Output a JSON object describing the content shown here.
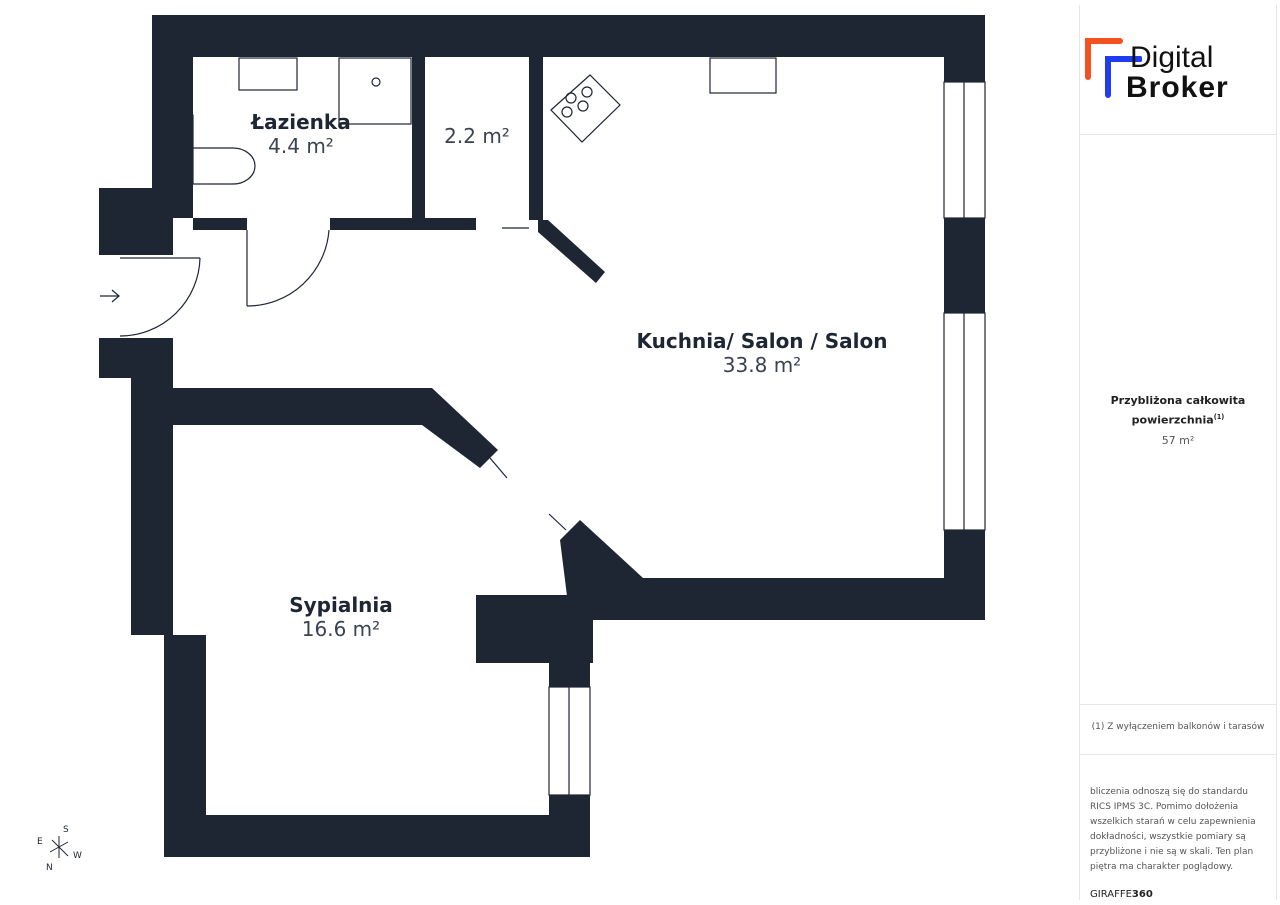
{
  "rooms": [
    {
      "name": "Łazienka",
      "area": "4.4 m²"
    },
    {
      "name": "",
      "area": "2.2 m²"
    },
    {
      "name": "Kuchnia/ Salon / Salon",
      "area": "33.8 m²"
    },
    {
      "name": "Sypialnia",
      "area": "16.6 m²"
    }
  ],
  "compass": {
    "n": "N",
    "s": "S",
    "e": "E",
    "w": "W"
  },
  "sidebar": {
    "logo_line1": "Digital",
    "logo_line2": "Broker",
    "total_heading": "Przybliżona całkowita powierzchnia",
    "total_footnote_mark": "(1)",
    "total_value": "57 m²",
    "footnote": "(1) Z wyłączeniem balkonów i tarasów",
    "disclaimer": "bliczenia odnoszą się do standardu RICS IPMS 3C. Pomimo dołożenia wszelkich starań w celu zapewnienia dokładności, wszystkie pomiary są przybliżone i nie są w skali. Ten plan piętra ma charakter poglądowy.",
    "brand_a": "GIRAFFE",
    "brand_b": "360"
  },
  "colors": {
    "wall": "#1e2633",
    "logo_orange": "#f4511e",
    "logo_blue": "#1e3cf0"
  }
}
